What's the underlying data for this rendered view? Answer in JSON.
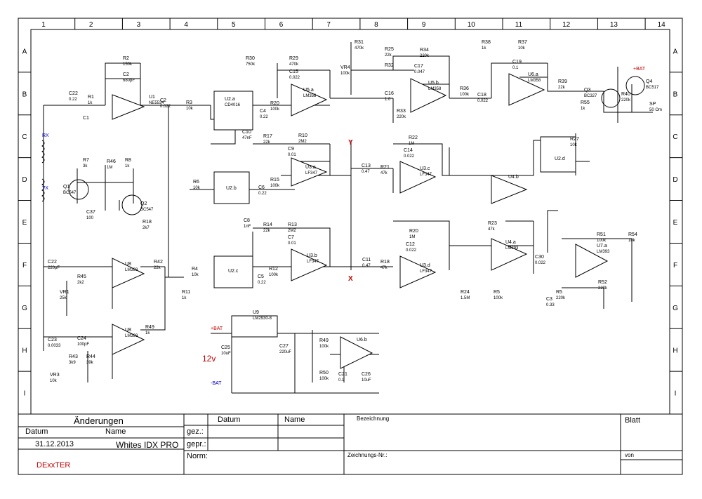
{
  "columns": [
    "1",
    "2",
    "3",
    "4",
    "5",
    "6",
    "7",
    "8",
    "9",
    "10",
    "11",
    "12",
    "13",
    "14"
  ],
  "rows": [
    "A",
    "B",
    "C",
    "D",
    "E",
    "F",
    "G",
    "H",
    "I"
  ],
  "title_block": {
    "changes": "Änderungen",
    "datum": "Datum",
    "name": "Name",
    "datum2": "Datum",
    "name2": "Name",
    "gez": "gez.:",
    "gepr": "gepr.:",
    "norm": "Norm:",
    "bezeichnung": "Bezeichnung",
    "zeichnungs_nr": "Zeichnungs-Nr.:",
    "blatt": "Blatt",
    "von": "von",
    "date": "31.12.2013",
    "project": "Whites IDX PRO",
    "author": "DExxTER"
  },
  "supply_voltage": "12v",
  "components": [
    {
      "ref": "C22",
      "val": "0.22"
    },
    {
      "ref": "R1",
      "val": "1k"
    },
    {
      "ref": "R2",
      "val": "150k"
    },
    {
      "ref": "C2",
      "val": "680pF"
    },
    {
      "ref": "U1",
      "val": "NE5534"
    },
    {
      "ref": "C1",
      "val": ""
    },
    {
      "ref": "C2",
      "val": "0.022"
    },
    {
      "ref": "R3",
      "val": "10k"
    },
    {
      "ref": "U2.a",
      "val": "CD4016"
    },
    {
      "ref": "R30",
      "val": "750k"
    },
    {
      "ref": "R29",
      "val": "470k"
    },
    {
      "ref": "C15",
      "val": "0.022"
    },
    {
      "ref": "U5.a",
      "val": "LM358"
    },
    {
      "ref": "R20",
      "val": "100k"
    },
    {
      "ref": "C4",
      "val": "0.22"
    },
    {
      "ref": "R31",
      "val": "470k"
    },
    {
      "ref": "VR4",
      "val": "100k"
    },
    {
      "ref": "R25",
      "val": "22k"
    },
    {
      "ref": "R32",
      "val": ""
    },
    {
      "ref": "C17",
      "val": "0.047"
    },
    {
      "ref": "R34",
      "val": "220k"
    },
    {
      "ref": "U5.b",
      "val": "LM358"
    },
    {
      "ref": "R33",
      "val": "220k"
    },
    {
      "ref": "C16",
      "val": "1.0"
    },
    {
      "ref": "R36",
      "val": "100k"
    },
    {
      "ref": "C18",
      "val": "0.022"
    },
    {
      "ref": "R38",
      "val": "1k"
    },
    {
      "ref": "R37",
      "val": "10k"
    },
    {
      "ref": "C19",
      "val": "0.1"
    },
    {
      "ref": "U6.a",
      "val": "LM358"
    },
    {
      "ref": "R39",
      "val": "22k"
    },
    {
      "ref": "Q3",
      "val": "BC327"
    },
    {
      "ref": "Q4",
      "val": "BC517"
    },
    {
      "ref": "R40",
      "val": "220k"
    },
    {
      "ref": "R55",
      "val": "1k"
    },
    {
      "ref": "SP",
      "val": "50 Om"
    },
    {
      "ref": "R10",
      "val": "2M2"
    },
    {
      "ref": "R17",
      "val": "22k"
    },
    {
      "ref": "C10",
      "val": "47nF"
    },
    {
      "ref": "C9",
      "val": "0.01"
    },
    {
      "ref": "U3.a",
      "val": "LF347"
    },
    {
      "ref": "R22",
      "val": "1M"
    },
    {
      "ref": "C14",
      "val": "0.022"
    },
    {
      "ref": "C13",
      "val": "0.47"
    },
    {
      "ref": "R21",
      "val": "47k"
    },
    {
      "ref": "U3.c",
      "val": "LF347"
    },
    {
      "ref": "U4.b",
      "val": ""
    },
    {
      "ref": "U2.d",
      "val": ""
    },
    {
      "ref": "R27",
      "val": "10k"
    },
    {
      "ref": "R6",
      "val": "10k"
    },
    {
      "ref": "U2.b",
      "val": ""
    },
    {
      "ref": "R15",
      "val": "100k"
    },
    {
      "ref": "C6",
      "val": "0.22"
    },
    {
      "ref": "R7",
      "val": "3k"
    },
    {
      "ref": "R46",
      "val": "1M"
    },
    {
      "ref": "R8",
      "val": "1k"
    },
    {
      "ref": "Q1",
      "val": "BC547"
    },
    {
      "ref": "Q2",
      "val": "BC547"
    },
    {
      "ref": "C37",
      "val": "100"
    },
    {
      "ref": "R18",
      "val": "2k7"
    },
    {
      "ref": "C8",
      "val": "1nF"
    },
    {
      "ref": "R14",
      "val": "22k"
    },
    {
      "ref": "R13",
      "val": "2M2"
    },
    {
      "ref": "C7",
      "val": "0.01"
    },
    {
      "ref": "U3.b",
      "val": "LF347"
    },
    {
      "ref": "U2.c",
      "val": ""
    },
    {
      "ref": "R12",
      "val": "100k"
    },
    {
      "ref": "C5",
      "val": "0.22"
    },
    {
      "ref": "C11",
      "val": "0.47"
    },
    {
      "ref": "R18",
      "val": "47k"
    },
    {
      "ref": "U3.d",
      "val": "LF347"
    },
    {
      "ref": "R20",
      "val": "1M"
    },
    {
      "ref": "C12",
      "val": "0.022"
    },
    {
      "ref": "R23",
      "val": "47k"
    },
    {
      "ref": "U4.a",
      "val": "LM393"
    },
    {
      "ref": "C30",
      "val": "0.022"
    },
    {
      "ref": "R51",
      "val": "100k"
    },
    {
      "ref": "R54",
      "val": "10k"
    },
    {
      "ref": "U7.a",
      "val": "LM393"
    },
    {
      "ref": "R52",
      "val": "220k"
    },
    {
      "ref": "R5",
      "val": "220k"
    },
    {
      "ref": "C3",
      "val": "0.33"
    },
    {
      "ref": "R24",
      "val": "1.5M"
    },
    {
      "ref": "R5",
      "val": "100k"
    },
    {
      "ref": "C22",
      "val": "220pF"
    },
    {
      "ref": "R45",
      "val": "2k2"
    },
    {
      "ref": "VR1",
      "val": "25k"
    },
    {
      "ref": "U8",
      "val": "LM393"
    },
    {
      "ref": "R42",
      "val": "22k"
    },
    {
      "ref": "R4",
      "val": "10k"
    },
    {
      "ref": "R11",
      "val": "1k"
    },
    {
      "ref": "U8",
      "val": "LM393"
    },
    {
      "ref": "R49",
      "val": "1k"
    },
    {
      "ref": "C23",
      "val": "0.0033"
    },
    {
      "ref": "C24",
      "val": "100pF"
    },
    {
      "ref": "R43",
      "val": "3k9"
    },
    {
      "ref": "R44",
      "val": "39k"
    },
    {
      "ref": "VR3",
      "val": "10k"
    },
    {
      "ref": "U9",
      "val": "LM2930-8"
    },
    {
      "ref": "C25",
      "val": "10uF"
    },
    {
      "ref": "C27",
      "val": "220uF"
    },
    {
      "ref": "R49",
      "val": "100k"
    },
    {
      "ref": "R50",
      "val": "100k"
    },
    {
      "ref": "C21",
      "val": "0.1"
    },
    {
      "ref": "C26",
      "val": "10uF"
    },
    {
      "ref": "U6.b",
      "val": ""
    }
  ],
  "net_labels": {
    "bat_plus": "+BAT",
    "bat_minus": "-BAT",
    "rx": "RX",
    "tx": "TX",
    "y": "Y",
    "x": "X"
  }
}
